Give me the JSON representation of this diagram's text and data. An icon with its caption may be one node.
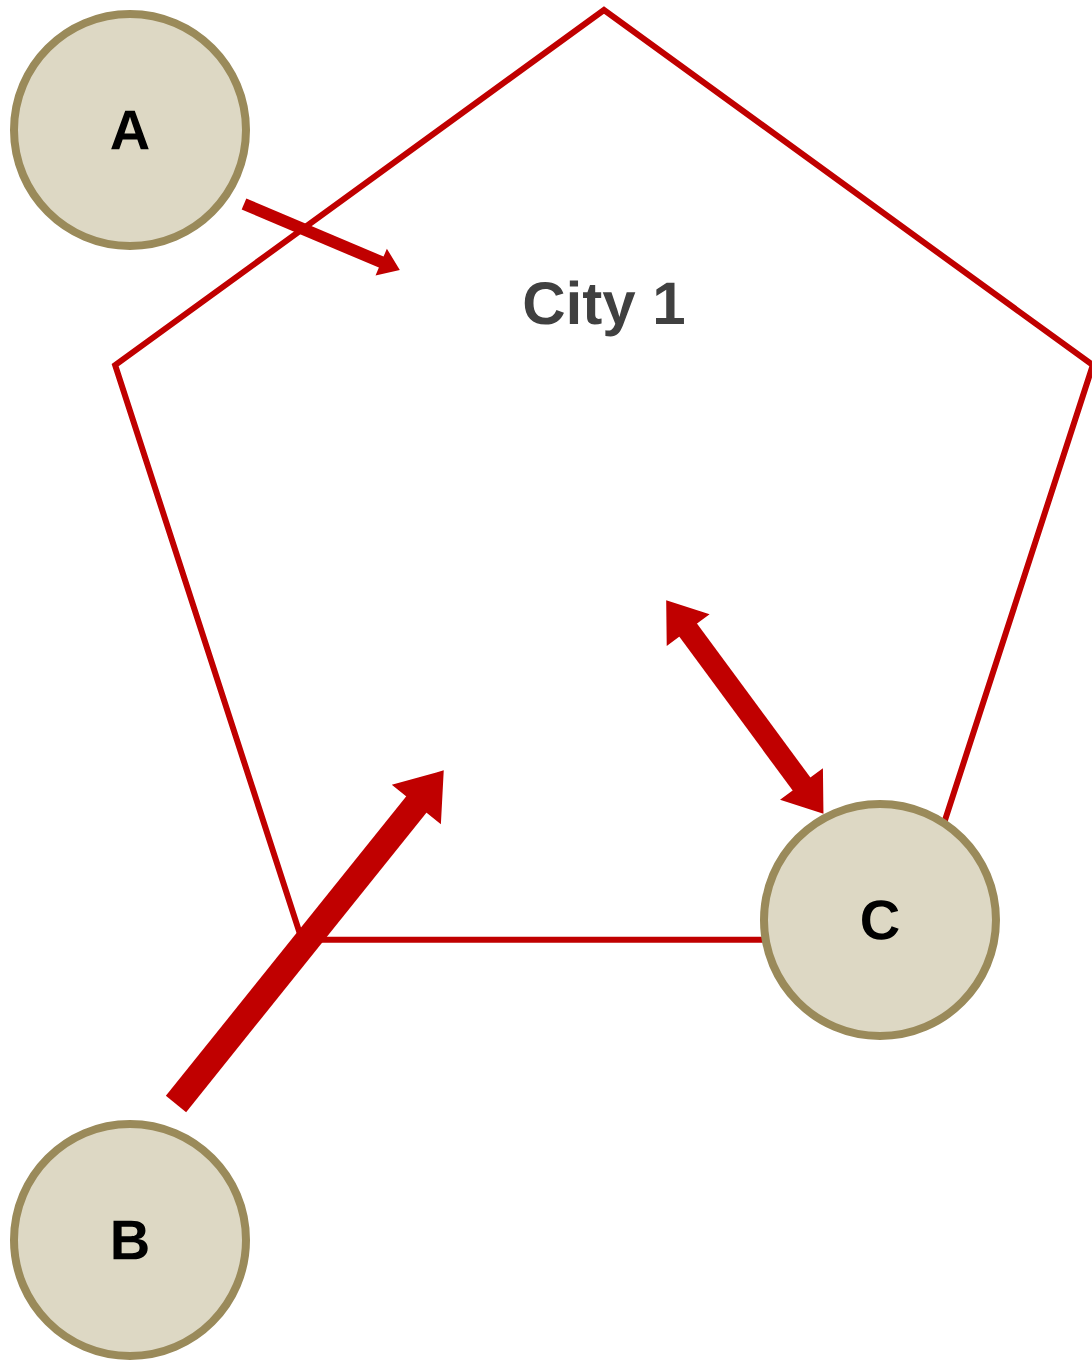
{
  "diagram": {
    "nodes": [
      {
        "text": [
          "City 1"
        ]
      },
      {
        "text": [
          "A"
        ]
      },
      {
        "text": [
          "B"
        ]
      },
      {
        "text": [
          "C"
        ]
      }
    ],
    "edges": [
      {
        "from": 1,
        "to": 0,
        "arrow": "to"
      },
      {
        "from": 2,
        "to": 0,
        "arrow": "to"
      },
      {
        "from": 3,
        "to": 0,
        "arrow": "both"
      }
    ]
  }
}
